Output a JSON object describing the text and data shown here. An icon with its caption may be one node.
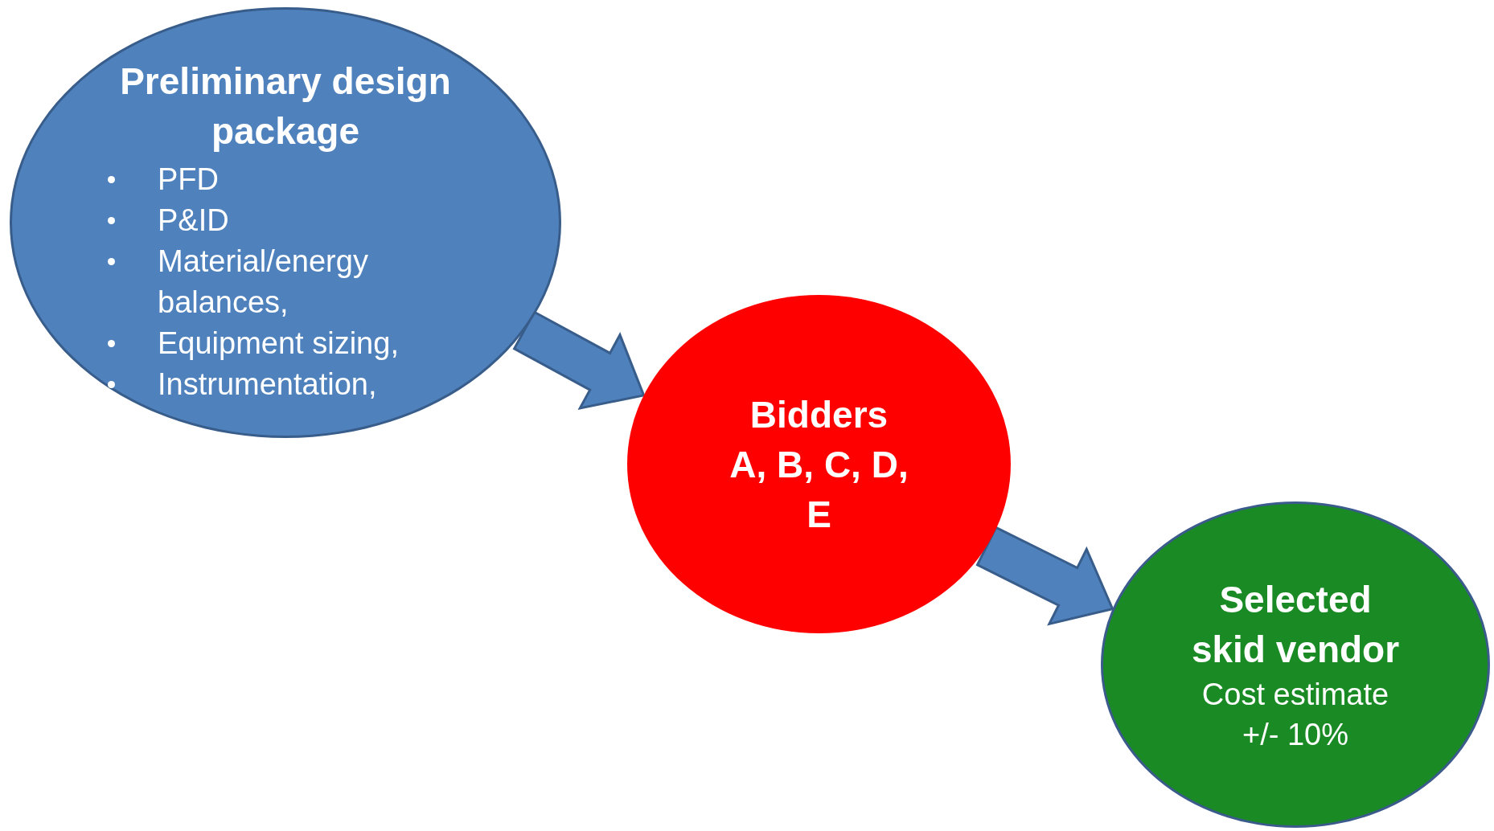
{
  "diagram": {
    "nodes": [
      {
        "text": [
          "Preliminary design package",
          "PFD",
          "P&ID",
          "Material/energy balances,",
          "Equipment sizing,",
          "Instrumentation,"
        ]
      },
      {
        "text": [
          "Bidders",
          "A, B, C, D, E"
        ]
      },
      {
        "text": [
          "Selected skid vendor",
          "Cost estimate +/- 10%"
        ]
      }
    ],
    "edges": [
      {
        "from": 0,
        "to": 1,
        "arrow": "to"
      },
      {
        "from": 1,
        "to": 2,
        "arrow": "to"
      }
    ]
  }
}
